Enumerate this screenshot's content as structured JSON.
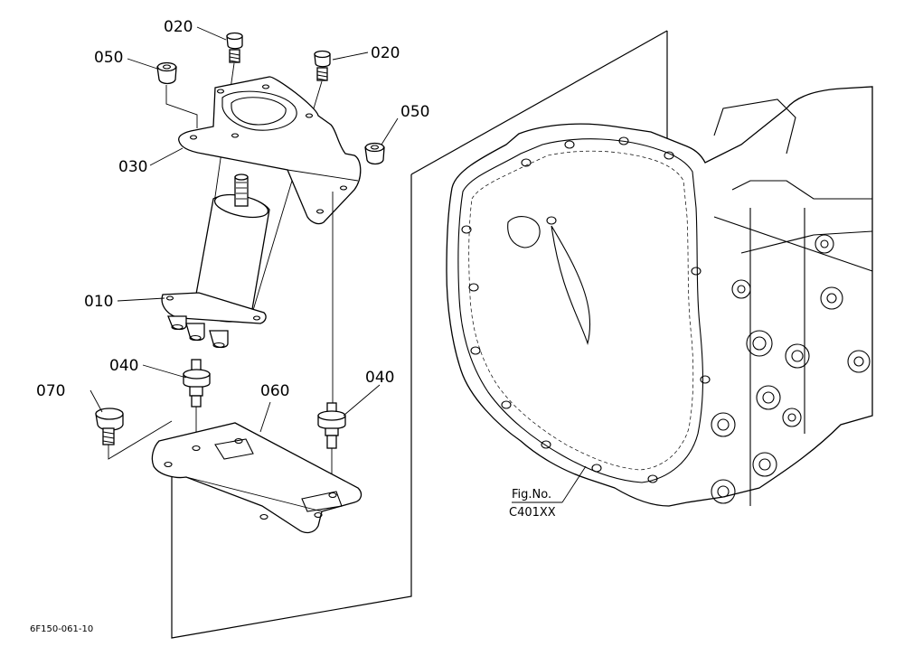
{
  "callouts": {
    "c020a": "020",
    "c020b": "020",
    "c050a": "050",
    "c050b": "050",
    "c030": "030",
    "c010": "010",
    "c040a": "040",
    "c040b": "040",
    "c070": "070",
    "c060": "060"
  },
  "reference": {
    "line1": "Fig.No.",
    "line2": "C401XX"
  },
  "drawing_code": "6F150-061-10"
}
